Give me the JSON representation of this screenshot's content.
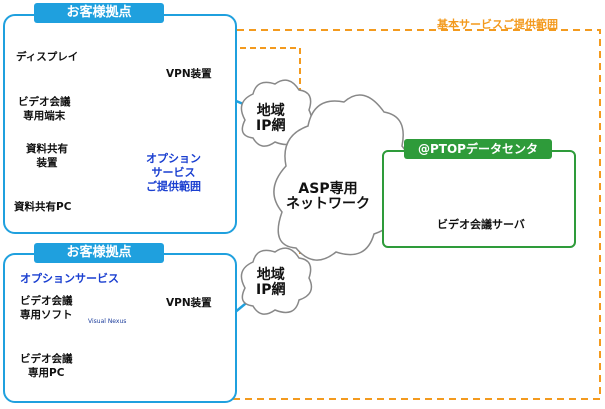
{
  "service_area_label": "基本サービスご提供範囲",
  "site_top": {
    "title": "お客様拠点",
    "display_label": "ディスプレイ",
    "video_terminal_label": "ビデオ会議\n専用端末",
    "doc_device_label": "資料共有\n装置",
    "doc_pc_label": "資料共有PC",
    "option_range_label": "オプション\nサービス\nご提供範囲",
    "vpn_label": "VPN装置"
  },
  "site_bottom": {
    "title": "お客様拠点",
    "option_service_label": "オプションサービス",
    "software_label": "ビデオ会議\n専用ソフト",
    "pc_label": "ビデオ会議\n専用PC",
    "vpn_label": "VPN装置",
    "logo_text": "Visual Nexus"
  },
  "clouds": {
    "regional_top": "地域\nIP網",
    "asp": "ASP専用\nネットワーク",
    "regional_bottom": "地域\nIP網"
  },
  "datacenter": {
    "title": "@PTOPデータセンタ",
    "server_label": "ビデオ会議サーバ"
  },
  "colors": {
    "site_blue": "#1fa0de",
    "option_navy": "#1a3fd0",
    "service_orange": "#f39a1e",
    "dc_green": "#2e9b3a"
  }
}
